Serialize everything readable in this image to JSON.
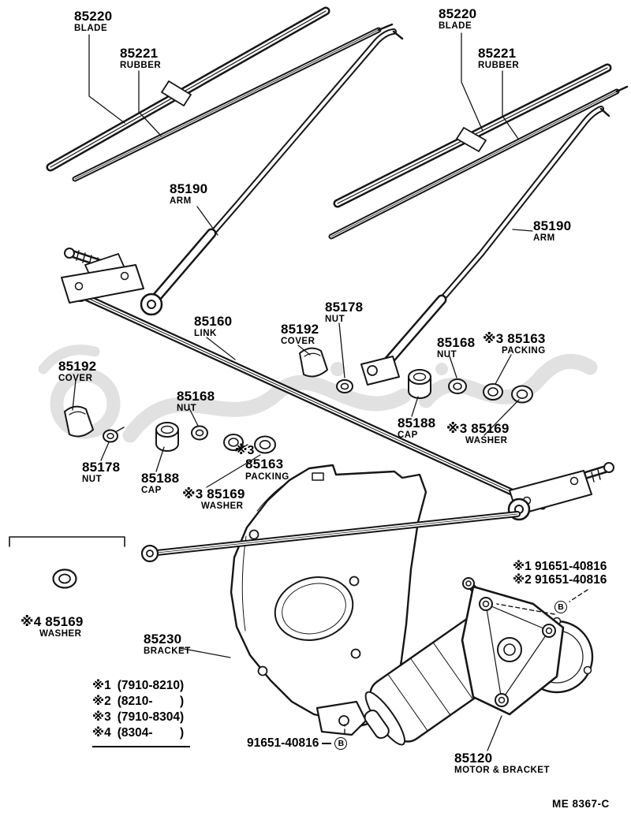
{
  "doc": {
    "code": "ME 8367-C"
  },
  "markers": {
    "b": "B"
  },
  "callouts": {
    "blade_left": {
      "number": "85220",
      "name": "BLADE"
    },
    "rubber_left": {
      "number": "85221",
      "name": "RUBBER"
    },
    "blade_right": {
      "number": "85220",
      "name": "BLADE"
    },
    "rubber_right": {
      "number": "85221",
      "name": "RUBBER"
    },
    "arm_left": {
      "number": "85190",
      "name": "ARM"
    },
    "arm_right": {
      "number": "85190",
      "name": "ARM"
    },
    "link": {
      "number": "85160",
      "name": "LINK"
    },
    "nut_center": {
      "number": "85178",
      "name": "NUT"
    },
    "cover_center": {
      "number": "85192",
      "name": "COVER"
    },
    "nut_right": {
      "number": "85168",
      "name": "NUT"
    },
    "packing_right": {
      "number": "※3 85163",
      "name": "PACKING"
    },
    "cover_left": {
      "number": "85192",
      "name": "COVER"
    },
    "nut_left_85168": {
      "number": "85168",
      "name": "NUT"
    },
    "cap_right": {
      "number": "85188",
      "name": "CAP"
    },
    "washer_right": {
      "number": "※3 85169",
      "name": "WASHER"
    },
    "nut_left_85178": {
      "number": "85178",
      "name": "NUT"
    },
    "cap_left": {
      "number": "85188",
      "name": "CAP"
    },
    "packing_left": {
      "mark": "※3",
      "number": "85163",
      "name": "PACKING"
    },
    "washer_left": {
      "number": "※3 85169",
      "name": "WASHER"
    },
    "washer_bottom": {
      "number": "※4 85169",
      "name": "WASHER"
    },
    "bracket": {
      "number": "85230",
      "name": "BRACKET"
    },
    "motor": {
      "number": "85120",
      "name": "MOTOR & BRACKET"
    },
    "bolt_top_1": {
      "text": "※1 91651-40816"
    },
    "bolt_top_2": {
      "text": "※2 91651-40816"
    },
    "bolt_bottom": {
      "number": "91651-40816"
    }
  },
  "legend": {
    "rows": [
      {
        "mark": "※1",
        "range": "(7910-8210)"
      },
      {
        "mark": "※2",
        "range": "(8210-        )"
      },
      {
        "mark": "※3",
        "range": "(7910-8304)"
      },
      {
        "mark": "※4",
        "range": "(8304-        )"
      }
    ]
  }
}
